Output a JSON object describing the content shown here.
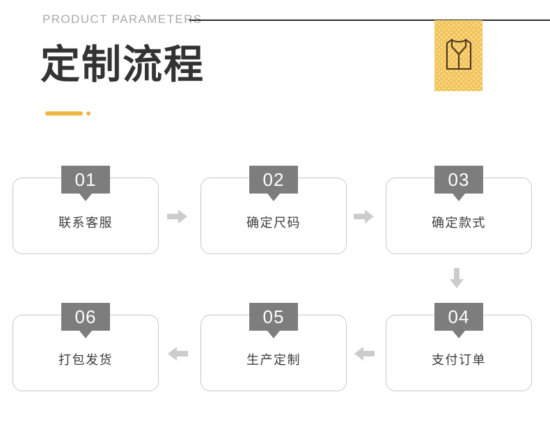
{
  "header": {
    "eyebrow": "PRODUCT PARAMETERS",
    "title": "定制流程",
    "icon_name": "shirt-icon",
    "accent_color": "#eeb644",
    "badge_bg_color": "#f3c45a",
    "rule_color": "#2b2b2b"
  },
  "flow": {
    "badge_color": "#7d7d7d",
    "box_border_color": "#c8c8c8",
    "connector_color": "#cccccc",
    "steps": [
      {
        "num": "01",
        "label": "联系客服"
      },
      {
        "num": "02",
        "label": "确定尺码"
      },
      {
        "num": "03",
        "label": "确定款式"
      },
      {
        "num": "04",
        "label": "支付订单"
      },
      {
        "num": "05",
        "label": "生产定制"
      },
      {
        "num": "06",
        "label": "打包发货"
      }
    ],
    "connectors": [
      {
        "name": "arrow-right-01-to-02",
        "direction": "right"
      },
      {
        "name": "arrow-right-02-to-03",
        "direction": "right"
      },
      {
        "name": "arrow-down-03-to-04",
        "direction": "down"
      },
      {
        "name": "arrow-left-04-to-05",
        "direction": "left"
      },
      {
        "name": "arrow-left-05-to-06",
        "direction": "left"
      }
    ]
  }
}
